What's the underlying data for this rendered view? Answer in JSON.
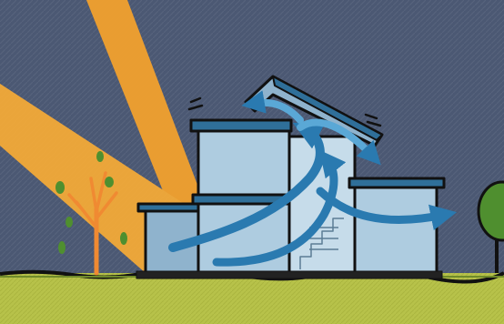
{
  "diagram": {
    "subject": "",
    "elements": {
      "sky": "sky",
      "sun_rays": [
        "sun-ray",
        "sun-ray"
      ],
      "house": "house",
      "airflow": [
        "airflow-arrow",
        "airflow-arrow",
        "airflow-arrow",
        "airflow-arrow",
        "airflow-arrow"
      ],
      "deciduous_tree": "tree",
      "shrub": "shrub",
      "ground": "ground"
    },
    "colors": {
      "sky": "#4b5873",
      "sun_ray": "#f2a12e",
      "wall": "#aecce0",
      "wall_shade": "#8fb3cd",
      "roof_blue": "#2f6f99",
      "arrow": "#2a7ab0",
      "arrow_light": "#5aa8d6",
      "ground": "#b7c24a",
      "ground_dark": "#6f8a2a",
      "outline": "#111111",
      "tree": "#f08a32",
      "leaf": "#4f8f2f"
    }
  }
}
